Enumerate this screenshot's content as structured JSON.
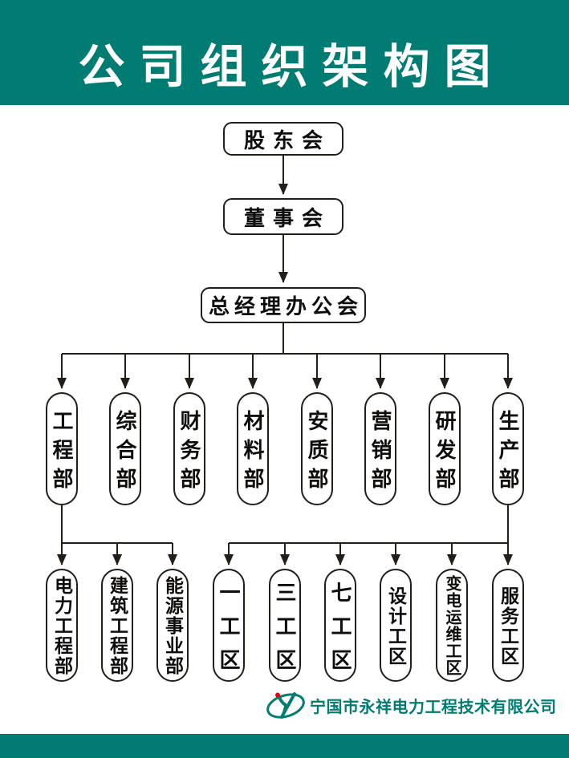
{
  "title": "公司组织架构图",
  "org": {
    "level1": "股东会",
    "level2": "董事会",
    "level3": "总经理办公会",
    "departments": [
      "工程部",
      "综合部",
      "财务部",
      "材料部",
      "安质部",
      "营销部",
      "研发部",
      "生产部"
    ],
    "engineering_subs": [
      "电力工程部",
      "建筑工程部",
      "能源事业部"
    ],
    "production_subs": [
      "一工区",
      "三工区",
      "七工区",
      "设计工区",
      "变电运维工区",
      "服务工区"
    ]
  },
  "footer": {
    "company_name": "宁国市永祥电力工程技术有限公司"
  },
  "colors": {
    "teal": "#007c72",
    "line": "#241e18",
    "logo_red": "#e60012"
  }
}
